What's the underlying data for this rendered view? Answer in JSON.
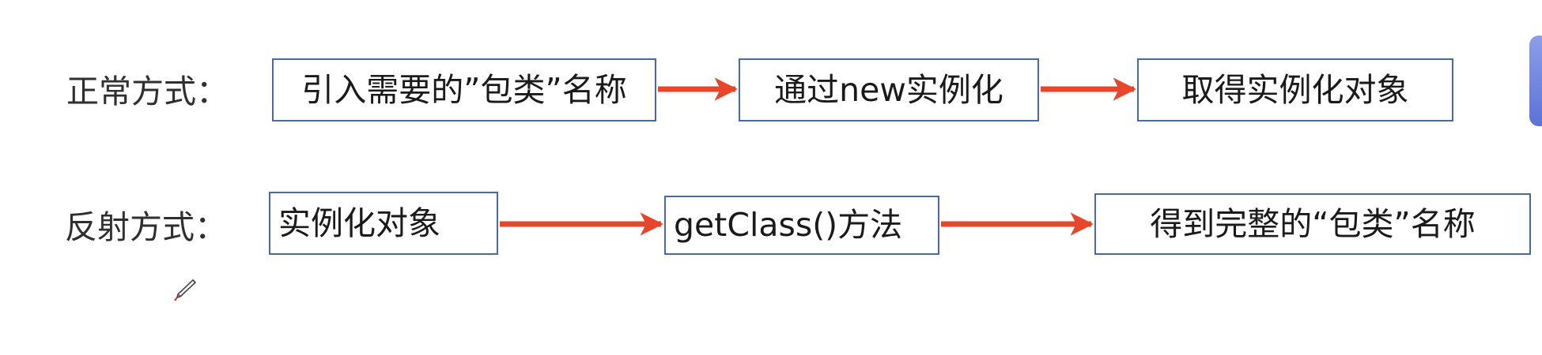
{
  "rows": [
    {
      "label": "正常方式：",
      "steps": [
        "引入需要的”包类”名称",
        "通过new实例化",
        "取得实例化对象"
      ]
    },
    {
      "label": "反射方式：",
      "steps": [
        "实例化对象",
        "getClass()方法",
        "得到完整的“包类”名称"
      ]
    }
  ],
  "colors": {
    "arrow": "#e8462c",
    "box_border": "#4a6a9e",
    "accent_tab": "#6f82de"
  },
  "icons": [
    "pen-cursor-icon"
  ]
}
